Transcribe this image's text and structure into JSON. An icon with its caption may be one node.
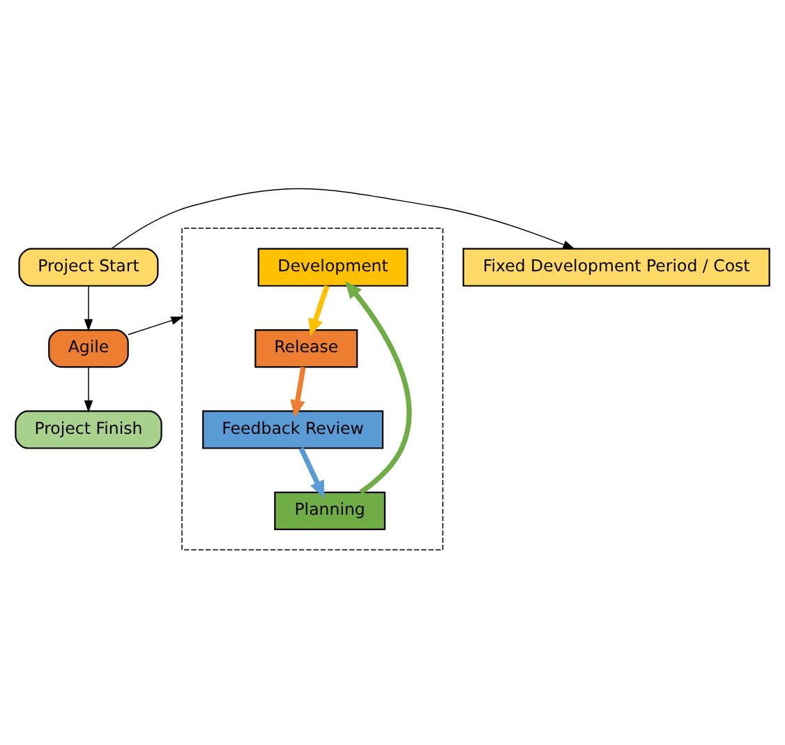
{
  "diagram": {
    "nodes": [
      {
        "text": [
          "Project Start"
        ]
      },
      {
        "text": [
          "Fixed Development Period / Cost"
        ]
      },
      {
        "text": [
          "Agile"
        ]
      },
      {
        "text": [],
        "shape": "box"
      },
      {
        "text": [
          "Development"
        ],
        "in": 3
      },
      {
        "text": [
          "Planning"
        ],
        "in": 3
      },
      {
        "text": [
          "Release"
        ],
        "in": 3
      },
      {
        "text": [
          "Feedback Review"
        ],
        "in": 3
      },
      {
        "text": [
          "Project Finish"
        ]
      }
    ],
    "edges": [
      {
        "from": 0,
        "to": 1,
        "arrow": "to"
      },
      {
        "from": 0,
        "to": 2,
        "arrow": "to"
      },
      {
        "from": 2,
        "to": 3,
        "arrow": "to"
      },
      {
        "from": 2,
        "to": 8,
        "arrow": "to"
      },
      {
        "from": 5,
        "to": 4,
        "arrow": "to",
        "style": "thick",
        "color": "#70ad47"
      },
      {
        "from": 4,
        "to": 6,
        "arrow": "to",
        "style": "thick",
        "color": "#ffc000"
      },
      {
        "from": 6,
        "to": 7,
        "arrow": "to",
        "style": "thick",
        "color": "#ed7d31"
      },
      {
        "from": 7,
        "to": 5,
        "arrow": "to",
        "style": "thick",
        "color": "#5b9bd5"
      }
    ]
  }
}
